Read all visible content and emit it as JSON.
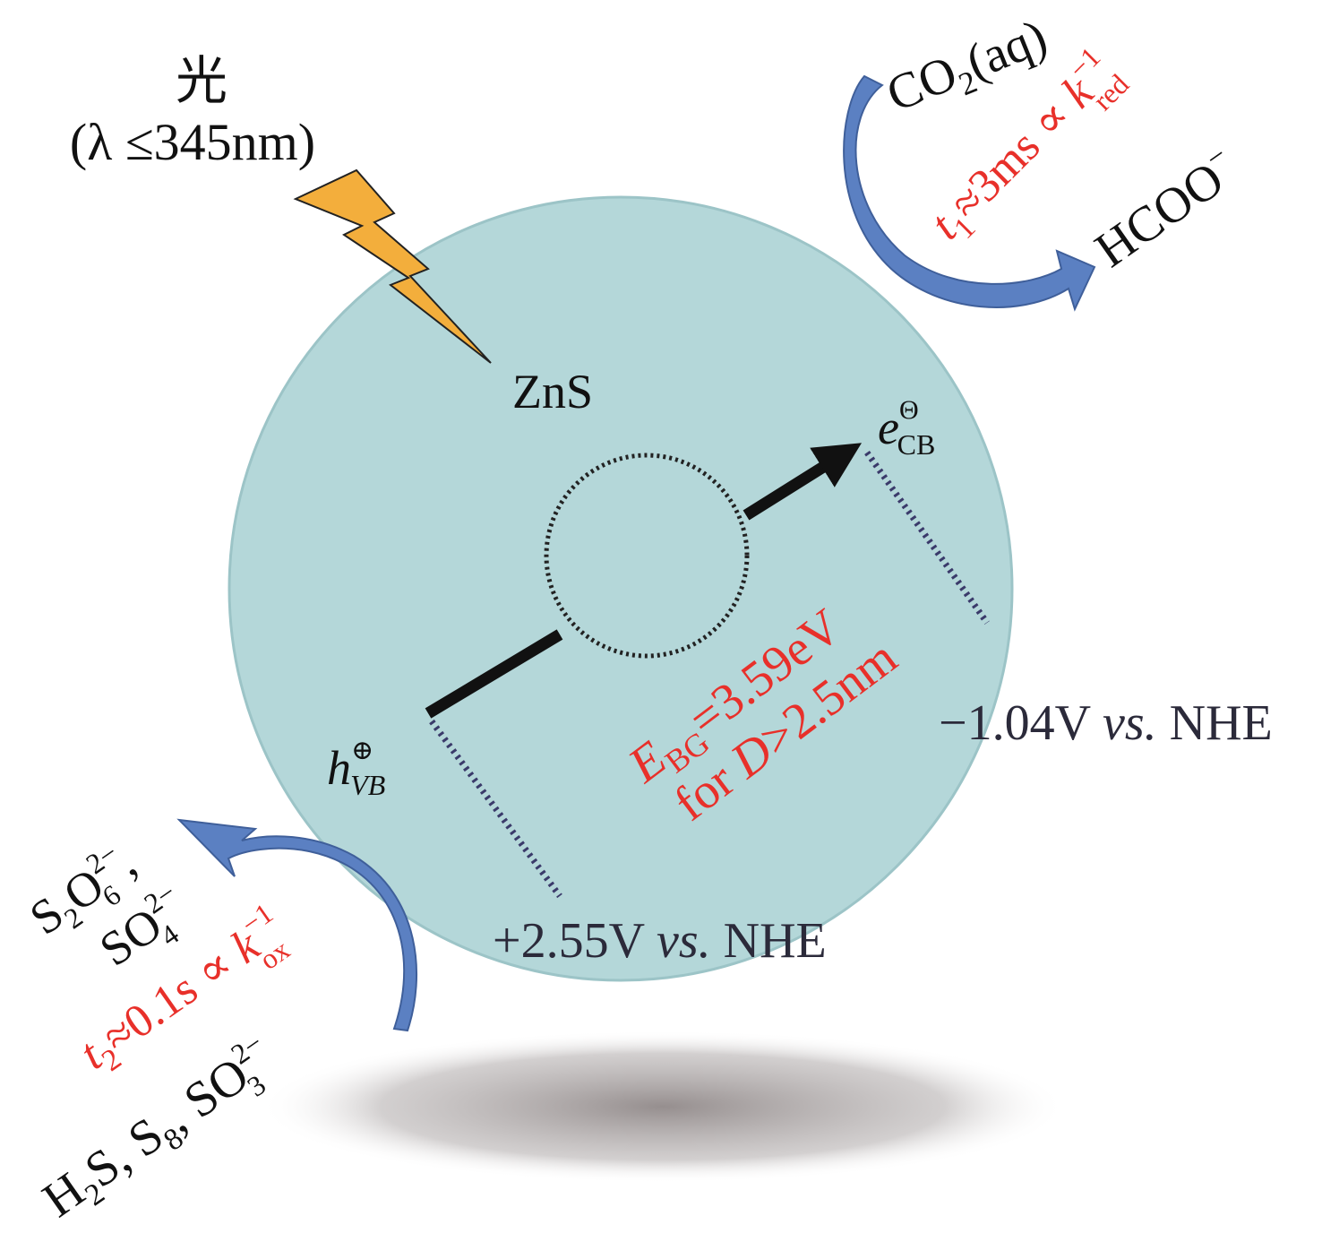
{
  "light": {
    "label": "光",
    "wavelength": "(λ ≤345nm)"
  },
  "particle": {
    "label": "ZnS"
  },
  "electron": {
    "symbol": "e",
    "sup": "Θ",
    "sub": "CB"
  },
  "hole": {
    "symbol": "h",
    "sup": "⊕",
    "sub": "VB"
  },
  "bandgap": {
    "line1_E": "E",
    "line1_sub": "BG",
    "line1_rest": "=3.59eV",
    "line2_pre": "for ",
    "line2_D": "D",
    "line2_rest": ">2.5nm"
  },
  "potentials": {
    "cb_pre": "−1.04V ",
    "cb_vs": "vs.",
    "cb_post": " NHE",
    "vb_pre": "+2.55V ",
    "vb_vs": "vs.",
    "vb_post": " NHE"
  },
  "reduction": {
    "reactant": "CO",
    "reactant_sub": "2",
    "reactant_rest": "(aq)",
    "time_t": "t",
    "time_sub": "1",
    "time_rest": "≈3ms ∝ ",
    "k": "k",
    "k_sup": "−1",
    "k_sub": "red",
    "product": "HCOO",
    "product_sup": "−"
  },
  "oxidation": {
    "p1": "S",
    "p1_sub": "2",
    "p1_o": "O",
    "p1_sup": "2−",
    "p1_sub2": "6",
    "p1_comma": ",",
    "p2": "SO",
    "p2_sup": "2−",
    "p2_sub": "4",
    "time_t": "t",
    "time_sub": "2",
    "time_rest": "≈0.1s ∝ ",
    "k": "k",
    "k_sup": "−1",
    "k_sub": "ox",
    "r1": "H",
    "r1_sub": "2",
    "r1_rest": "S,  S",
    "r2_sub": "8",
    "r2_rest": ",  SO",
    "r3_sup": "2−",
    "r3_sub": "3"
  },
  "colors": {
    "particle": "#b4d7d9",
    "arrow_blue": "#5b80c2",
    "bolt": "#f3ae3c",
    "red_text": "#e8302a"
  }
}
